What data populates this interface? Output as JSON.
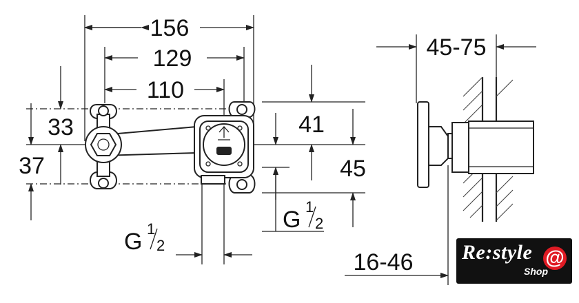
{
  "dimensions": {
    "overall_width": "156",
    "hole_spacing": "129",
    "outlet_offset": "110",
    "upper_height": "33",
    "lower_height": "37",
    "right_upper_height": "41",
    "right_lower_height": "45",
    "wall_depth": "45-75",
    "mount_depth": "16-46"
  },
  "threads": {
    "left": {
      "base": "G",
      "numerator": "1",
      "denominator": "2"
    },
    "right": {
      "base": "G",
      "numerator": "1",
      "denominator": "2"
    }
  },
  "logo": {
    "brand": "Re:style",
    "sub": "Shop",
    "symbol": "@",
    "accent_color": "#e01b24"
  }
}
